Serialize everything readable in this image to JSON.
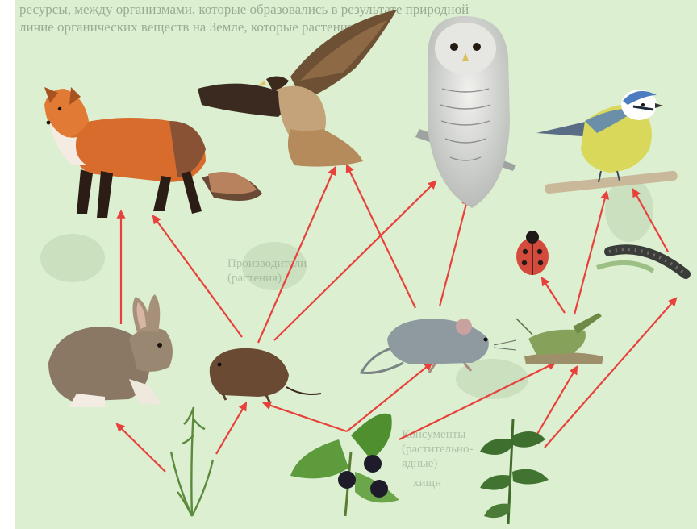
{
  "background_text": {
    "top_line_1": "ресурсы, между организмами, которые образовались в результате природной",
    "top_line_2": "личие органических веществ на Земле, которые растения",
    "ghost_1": "Производители\n(растения)",
    "ghost_2": "Консументы\n(растительно-\nядные)",
    "ghost_3": "хищн"
  },
  "organisms": [
    {
      "id": "fox",
      "icon": "fox-icon"
    },
    {
      "id": "hawk",
      "icon": "hawk-icon"
    },
    {
      "id": "owl",
      "icon": "owl-icon"
    },
    {
      "id": "tit",
      "icon": "tit-bird-icon"
    },
    {
      "id": "hare",
      "icon": "hare-icon"
    },
    {
      "id": "vole",
      "icon": "vole-icon"
    },
    {
      "id": "mouse",
      "icon": "mouse-icon"
    },
    {
      "id": "ladybug",
      "icon": "ladybug-icon"
    },
    {
      "id": "grasshopper",
      "icon": "grasshopper-icon"
    },
    {
      "id": "caterpillar",
      "icon": "caterpillar-icon"
    },
    {
      "id": "grass",
      "icon": "grass-icon"
    },
    {
      "id": "blackberry",
      "icon": "blackberry-icon"
    },
    {
      "id": "nettle",
      "icon": "nettle-icon"
    }
  ],
  "links": [
    {
      "from": "grass",
      "to": "hare"
    },
    {
      "from": "grass",
      "to": "vole"
    },
    {
      "from": "blackberry",
      "to": "vole"
    },
    {
      "from": "blackberry",
      "to": "mouse"
    },
    {
      "from": "blackberry",
      "to": "grasshopper"
    },
    {
      "from": "nettle",
      "to": "grasshopper"
    },
    {
      "from": "nettle",
      "to": "caterpillar"
    },
    {
      "from": "hare",
      "to": "fox"
    },
    {
      "from": "vole",
      "to": "fox"
    },
    {
      "from": "vole",
      "to": "hawk"
    },
    {
      "from": "vole",
      "to": "owl"
    },
    {
      "from": "mouse",
      "to": "hawk"
    },
    {
      "from": "mouse",
      "to": "owl"
    },
    {
      "from": "grasshopper",
      "to": "ladybug"
    },
    {
      "from": "grasshopper",
      "to": "tit"
    },
    {
      "from": "caterpillar",
      "to": "tit"
    }
  ],
  "colors": {
    "arrow": "#e8413b",
    "background": "#dcefd0"
  }
}
